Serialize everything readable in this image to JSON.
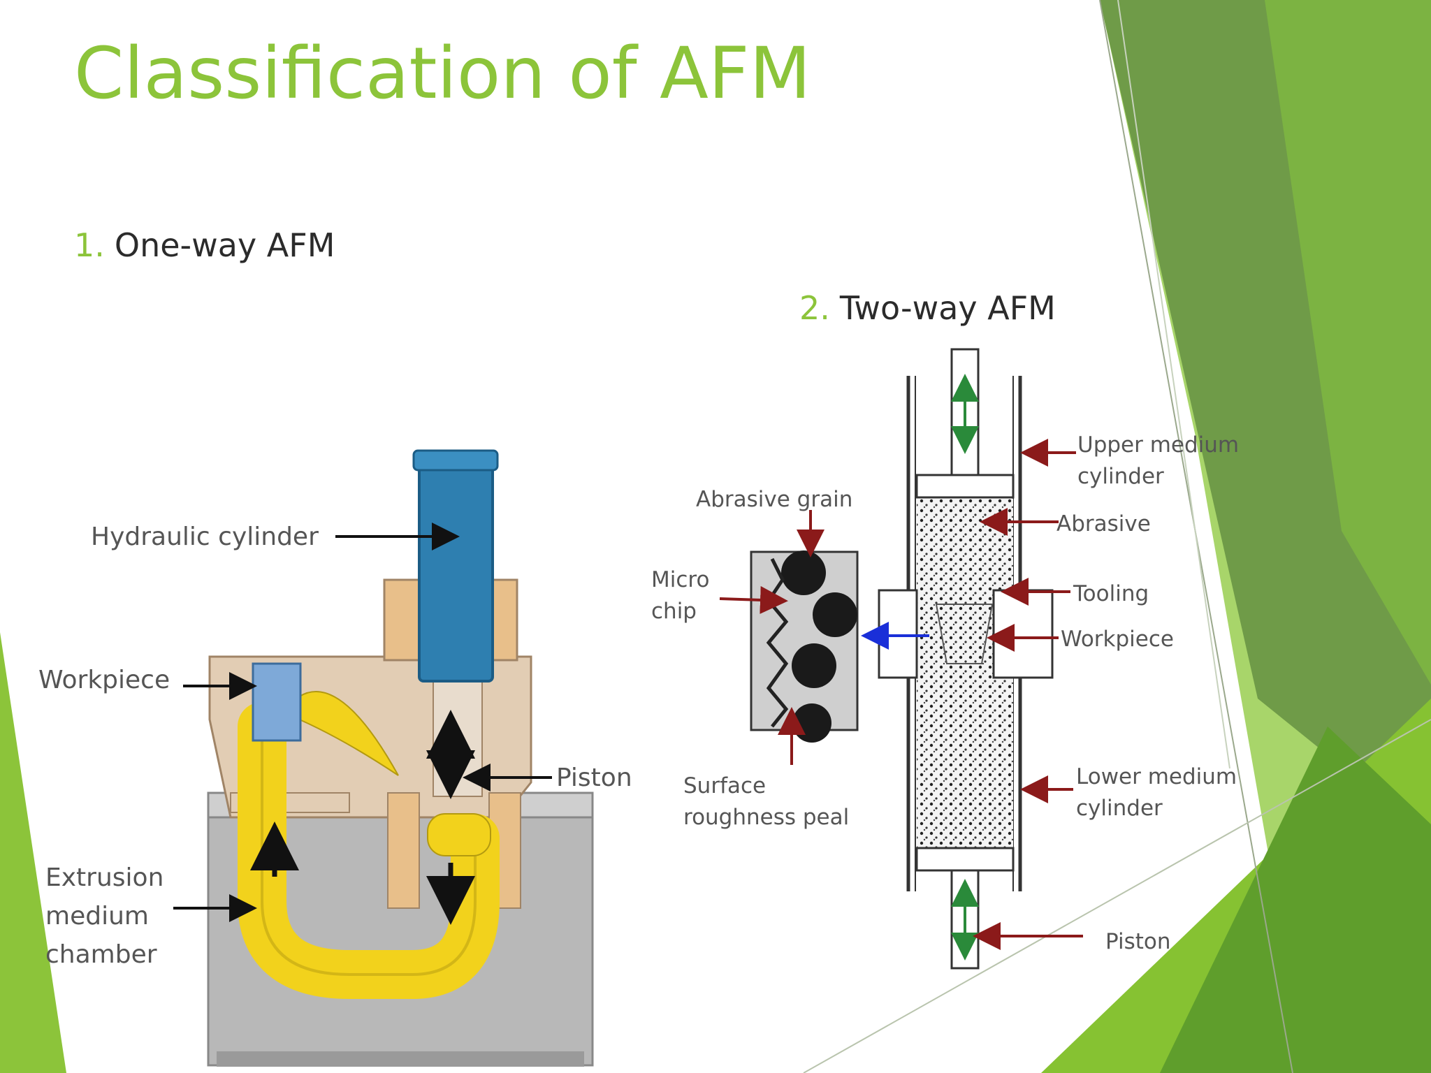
{
  "slide": {
    "title": "Classification of AFM",
    "bullets": [
      {
        "number": "1.",
        "text": "One-way AFM"
      },
      {
        "number": "2.",
        "text": "Two-way AFM"
      }
    ]
  },
  "figure_one_way": {
    "labels": {
      "hydraulic_cylinder": "Hydraulic cylinder",
      "workpiece": "Workpiece",
      "piston": "Piston",
      "extrusion_1": "Extrusion",
      "extrusion_2": "medium",
      "extrusion_3": "chamber"
    }
  },
  "figure_two_way": {
    "labels": {
      "abrasive_grain": "Abrasive grain",
      "micro": "Micro",
      "chip": "chip",
      "surface": "Surface",
      "roughness": "roughness peal",
      "upper_1": "Upper medium",
      "upper_2": "cylinder",
      "abrasive": "Abrasive",
      "tooling": "Tooling",
      "workpiece": "Workpiece",
      "lower_1": "Lower medium",
      "lower_2": "cylinder",
      "piston": "Piston"
    }
  },
  "colors": {
    "accent": "#8cc43a",
    "green_dark": "#5c8f2a",
    "green_mid": "#76a83f",
    "green_light": "#a8d56a",
    "cylinder_blue": "#2e7fb0",
    "medium_yellow": "#f2d21c",
    "housing_tan": "#d8bfa0",
    "arrow_red": "#8b1a1a"
  }
}
